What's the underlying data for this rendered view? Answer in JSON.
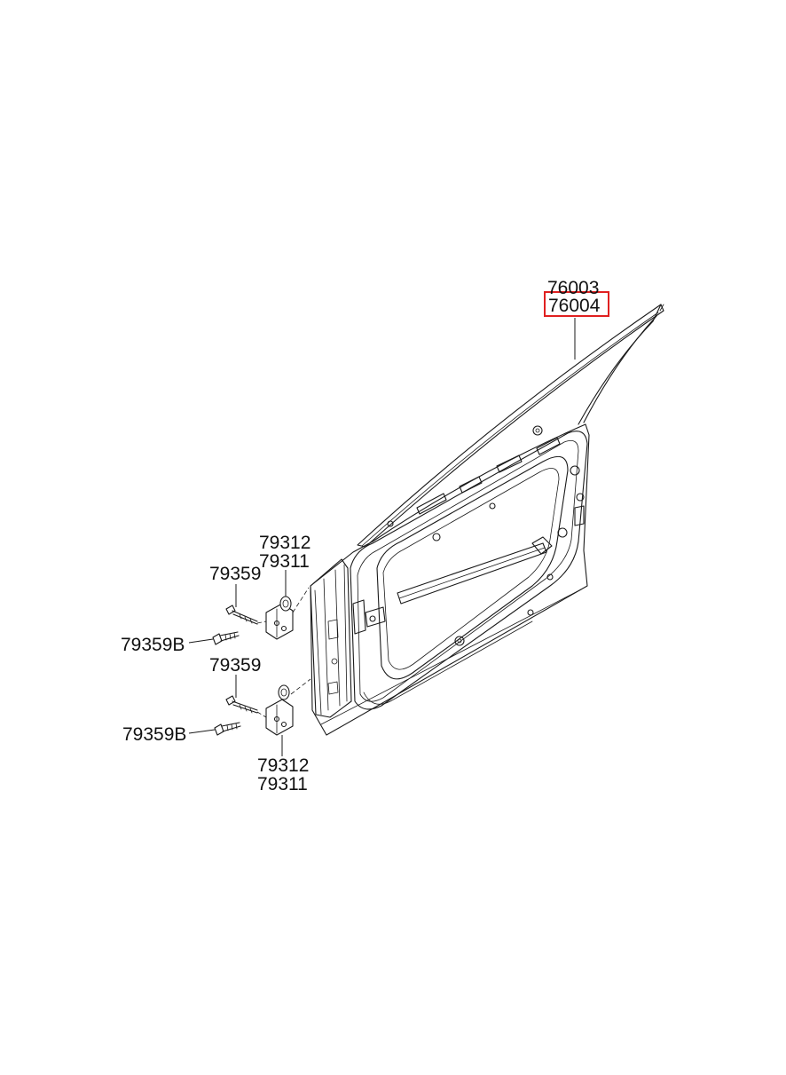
{
  "highlight_color": "#e02020",
  "labels": {
    "door_a": "76003",
    "door_b": "76004",
    "upper_hinge_a": "79312",
    "upper_hinge_b": "79311",
    "upper_bolt": "79359",
    "upper_bolt_b": "79359B",
    "lower_bolt": "79359",
    "lower_bolt_b": "79359B",
    "lower_hinge_a": "79312",
    "lower_hinge_b": "79311"
  },
  "highlighted_part": "76004"
}
